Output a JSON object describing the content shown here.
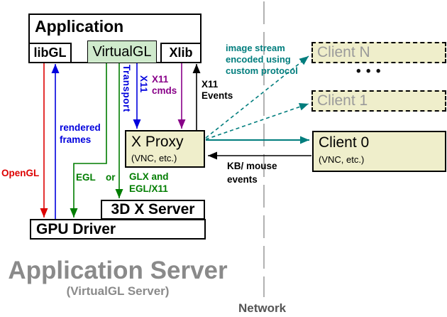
{
  "diagram": {
    "application": "Application",
    "libgl": "libGL",
    "virtualgl": "VirtualGL",
    "xlib": "Xlib",
    "xproxy_title": "X Proxy",
    "xproxy_sub": "(VNC, etc.)",
    "x_server_3d": "3D X Server",
    "gpu_driver": "GPU Driver",
    "client_n": "Client N",
    "client_1": "Client 1",
    "client_0_title": "Client 0",
    "client_0_sub": "(VNC, etc.)",
    "ellipsis": "• • •"
  },
  "labels": {
    "opengl": "OpenGL",
    "rendered_frames": [
      "rendered",
      "frames"
    ],
    "egl": "EGL",
    "or": "or",
    "glx": [
      "GLX and",
      "EGL/X11"
    ],
    "x11_vert": "X11",
    "transport_vert": "Transport",
    "x11_cmds": [
      "X11",
      "cmds"
    ],
    "x11_events": [
      "X11",
      "Events"
    ],
    "image_stream": [
      "image stream",
      "encoded using",
      "custom protocol"
    ],
    "kb_mouse": [
      "KB/ mouse",
      "events"
    ]
  },
  "captions": {
    "title": "Application Server",
    "subtitle": "(VirtualGL Server)",
    "network": "Network"
  },
  "colors": {
    "opengl_red": "#dd0000",
    "frames_blue": "#0000dd",
    "gl_green": "#007d00",
    "x11cmds_purple": "#880088",
    "stream_teal": "#007d7d",
    "box_cream": "#efeecb",
    "virtualgl_green": "#cfeacc",
    "client_gray_text": "#9a9a9a",
    "title_gray": "#8a8a8a"
  }
}
